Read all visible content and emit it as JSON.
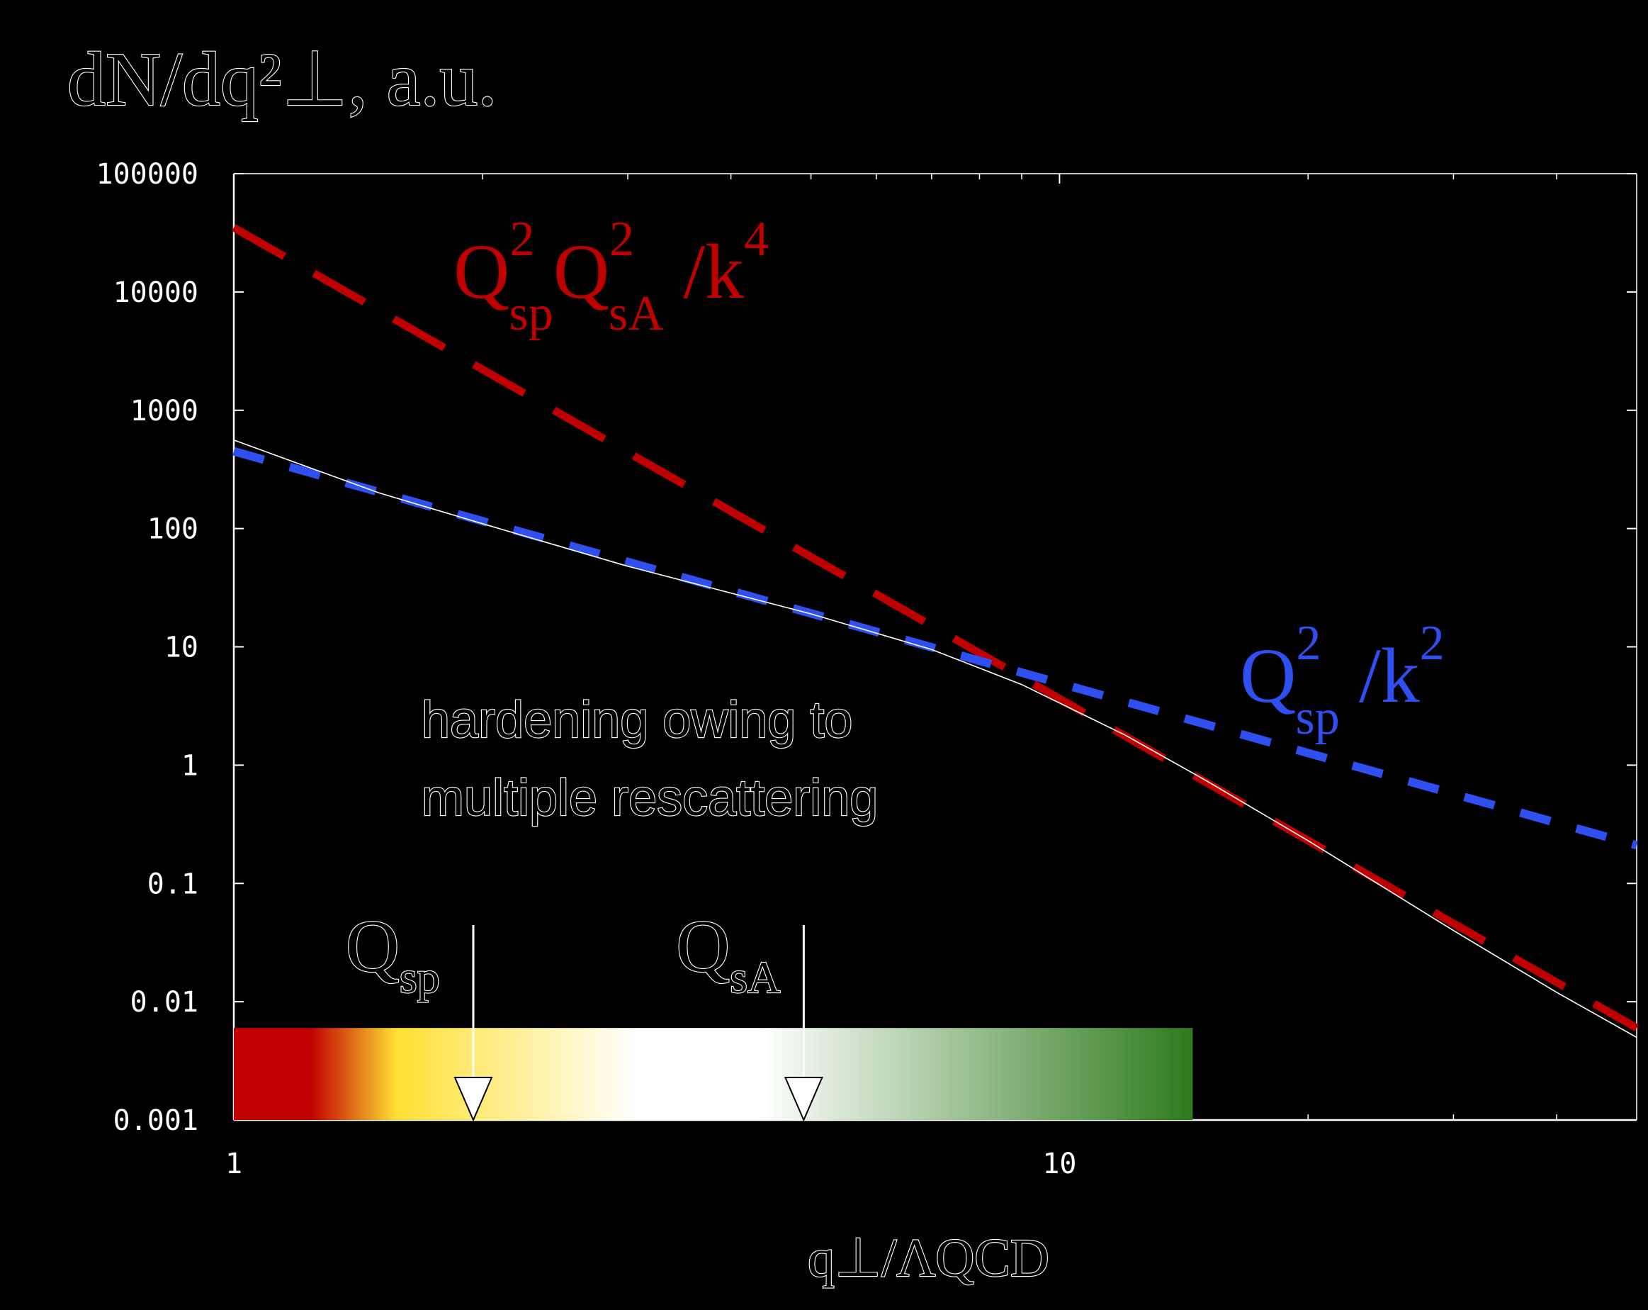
{
  "chart_data": {
    "type": "line",
    "title": "",
    "ylabel": "dN/dq²⊥, a.u.",
    "xlabel": "q⊥/ΛQCD",
    "x_scale": "log",
    "y_scale": "log",
    "xlim": [
      1,
      50
    ],
    "ylim": [
      0.001,
      100000
    ],
    "x_ticks": [
      {
        "value": 1,
        "label": "1"
      },
      {
        "value": 10,
        "label": "10"
      }
    ],
    "y_ticks": [
      {
        "value": 100000,
        "label": "100000"
      },
      {
        "value": 10000,
        "label": "10000"
      },
      {
        "value": 1000,
        "label": "1000"
      },
      {
        "value": 100,
        "label": "100"
      },
      {
        "value": 10,
        "label": "10"
      },
      {
        "value": 1,
        "label": "1"
      },
      {
        "value": 0.1,
        "label": "0.1"
      },
      {
        "value": 0.01,
        "label": "0.01"
      },
      {
        "value": 0.001,
        "label": "0.001"
      }
    ],
    "series": [
      {
        "name": "Q²sp Q²sA /k⁴",
        "style": "long-dash",
        "color": "#c00000",
        "x": [
          1,
          50
        ],
        "y": [
          35000,
          0.006
        ]
      },
      {
        "name": "Q²sp /k²",
        "style": "short-dash",
        "color": "#2f4ff0",
        "x": [
          1,
          50
        ],
        "y": [
          450,
          0.21
        ]
      },
      {
        "name": "",
        "style": "solid-thin",
        "color": "#ffffff",
        "x": [
          1,
          1.5,
          2,
          3,
          5,
          7,
          9,
          12,
          15,
          20,
          30,
          40,
          50
        ],
        "y": [
          560,
          200,
          110,
          48,
          19,
          9.5,
          4.8,
          1.8,
          0.75,
          0.23,
          0.04,
          0.012,
          0.005
        ]
      }
    ],
    "annotations": [
      {
        "text_line1": "hardening owing to",
        "text_line2": "multiple rescattering"
      },
      {
        "main": "Q",
        "sub": "sp",
        "x": 1.95
      },
      {
        "main": "Q",
        "sub": "sA",
        "x": 4.9
      }
    ],
    "series_labels": {
      "red": {
        "q": "Q",
        "sup1": "2",
        "sub1": "sp",
        "sup2": "2",
        "sub2": "sA",
        "tail": "/k",
        "power": "4"
      },
      "blue": {
        "q": "Q",
        "sup1": "2",
        "sub1": "sp",
        "tail": "/k",
        "power": "2"
      }
    },
    "gradient_bar": {
      "x_from": 1,
      "x_to": 14.5,
      "colors": [
        "#c00000",
        "#ffe033",
        "#ffffff",
        "#2e7a1c"
      ]
    },
    "grid": false,
    "legend": "none"
  }
}
